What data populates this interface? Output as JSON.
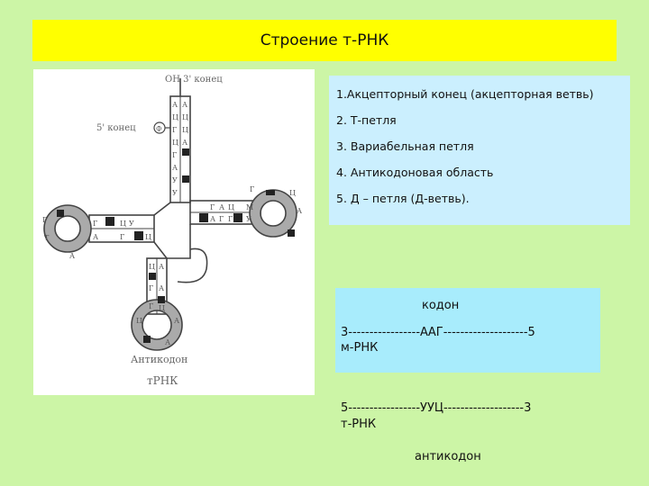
{
  "header": {
    "title": "Строение т-РНК"
  },
  "diagram": {
    "oh_end_label": "ОН 3' конец",
    "five_end_label": "5' конец",
    "five_end_mark": "Ф",
    "anticodon_label": "Антикодон",
    "trna_label": "тРНК"
  },
  "structure_list": {
    "items": [
      "1.Акцепторный конец (акцепторная ветвь)",
      "2. Т-петля",
      "3.  Вариабельная петля",
      "4. Антикодоновая область",
      "5. Д – петля (Д-ветвь)."
    ]
  },
  "codon_box": {
    "label": "кодон",
    "line": "3-----------------ААГ--------------------5",
    "sub": "м-РНК"
  },
  "anticodon_block": {
    "line": "5-----------------УУЦ-------------------3",
    "sub": "т-РНК",
    "label": "антикодон"
  }
}
